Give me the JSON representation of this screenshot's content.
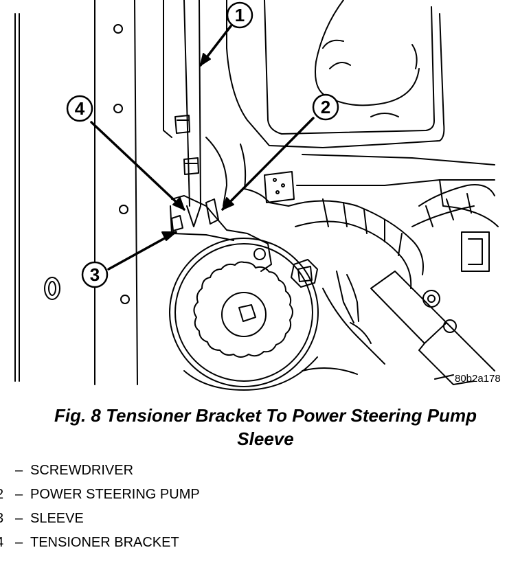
{
  "figure": {
    "id_label": "80b2a178",
    "caption_line1": "Fig. 8 Tensioner Bracket To Power Steering Pump",
    "caption_line2": "Sleeve"
  },
  "callouts": [
    {
      "number": "1",
      "label": "SCREWDRIVER"
    },
    {
      "number": "2",
      "label": "POWER STEERING PUMP"
    },
    {
      "number": "3",
      "label": "SLEEVE"
    },
    {
      "number": "4",
      "label": "TENSIONER BRACKET"
    }
  ],
  "legend_dash": "–"
}
